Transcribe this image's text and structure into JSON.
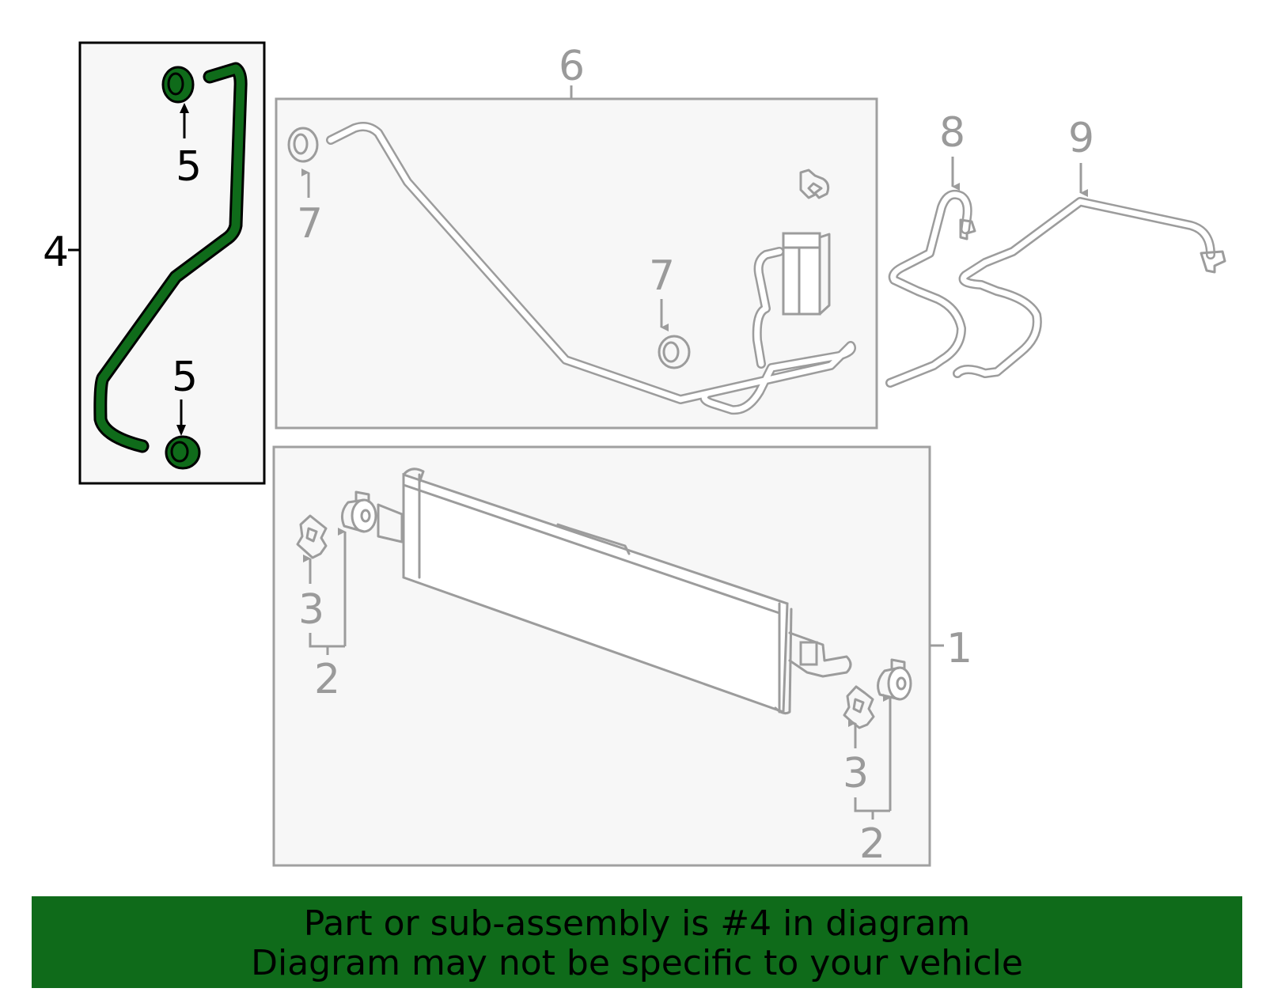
{
  "callouts": {
    "c1": "1",
    "c2a": "2",
    "c2b": "2",
    "c3a": "3",
    "c3b": "3",
    "c4": "4",
    "c5a": "5",
    "c5b": "5",
    "c6": "6",
    "c7a": "7",
    "c7b": "7",
    "c8": "8",
    "c9": "9"
  },
  "banner": {
    "line1": "Part or sub-assembly is #4 in diagram",
    "line2": "Diagram may not be specific to your vehicle"
  },
  "colors": {
    "highlight": "#0f6b1a",
    "part_grey": "#9c9c9c",
    "panel_fill": "#f7f7f7"
  }
}
